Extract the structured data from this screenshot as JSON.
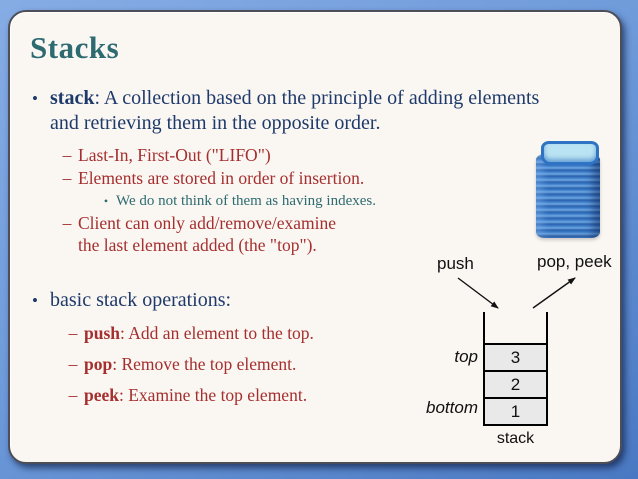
{
  "slide": {
    "title": "Stacks",
    "markers": {
      "l1": "•",
      "l2": "–",
      "l3": "•"
    },
    "bullet1": {
      "term": "stack",
      "rest": ": A collection based on the principle of adding elements\nand retrieving them in the opposite order.",
      "sub1": "Last-In, First-Out (\"LIFO\")",
      "sub2": "Elements are stored in order of insertion.",
      "sub2_note": "We do not think of them as having indexes.",
      "sub3": "Client can only add/remove/examine\nthe last element added (the \"top\")."
    },
    "bullet2": {
      "text": "basic stack operations:",
      "ops": [
        {
          "term": "push",
          "desc": ": Add an element to the top."
        },
        {
          "term": "pop",
          "desc": ": Remove the top element."
        },
        {
          "term": "peek",
          "desc": ": Examine the top element."
        }
      ]
    },
    "diagram": {
      "push_label": "push",
      "pop_label": "pop, peek",
      "top_label": "top",
      "bottom_label": "bottom",
      "caption": "stack",
      "cells": [
        "3",
        "2",
        "1"
      ]
    },
    "palette": {
      "frame_blue": "#6f9bda",
      "panel_bg": "#faf6f2",
      "title_teal": "#2d6b70",
      "body_navy": "#1e3a6a",
      "accent_red": "#a52f2f",
      "note_teal": "#2e6b70",
      "cell_fill": "#e9e9e9"
    }
  }
}
